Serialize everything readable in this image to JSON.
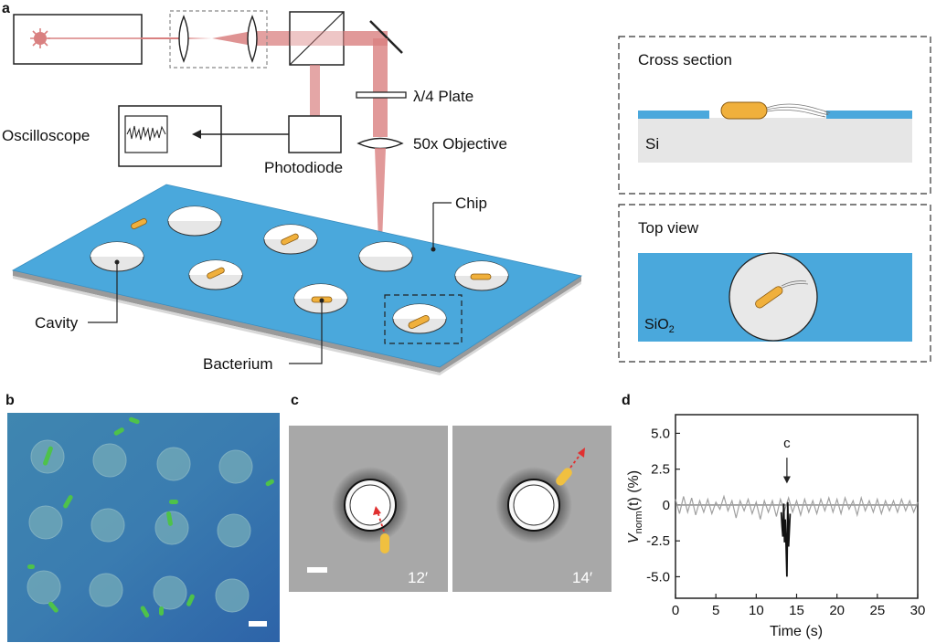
{
  "panels": {
    "a": "a",
    "b": "b",
    "c": "c",
    "d": "d"
  },
  "setup": {
    "plate": "λ/4 Plate",
    "objective": "50x Objective",
    "oscilloscope": "Oscilloscope",
    "photodiode": "Photodiode",
    "chip": "Chip",
    "cavity": "Cavity",
    "bacterium": "Bacterium"
  },
  "inset": {
    "cross_section": "Cross section",
    "si": "Si",
    "top_view": "Top view",
    "sio2_base": "SiO",
    "sio2_sub": "2"
  },
  "micro": {
    "time_left": "12′",
    "time_right": "14′"
  },
  "colors": {
    "chip_blue": "#4aa8dc",
    "bacterium_orange": "#f0b03c",
    "laser_red": "#d98080",
    "trace_gray": "#a0a0a0"
  },
  "chart_data": {
    "type": "line",
    "title": "",
    "xlabel": "Time (s)",
    "ylabel_main": "V",
    "ylabel_sub": "norm",
    "ylabel_rest": "(t)  (%)",
    "xlim": [
      0,
      30
    ],
    "ylim": [
      -6.5,
      6.3
    ],
    "xticks": [
      0,
      5,
      10,
      15,
      20,
      25,
      30
    ],
    "xtick_labels": [
      "0",
      "5",
      "10",
      "15",
      "20",
      "25",
      "30"
    ],
    "yticks": [
      5.0,
      2.5,
      0,
      -2.5,
      -5.0
    ],
    "ytick_labels": [
      "5.0",
      "2.5",
      "0",
      "-2.5",
      "-5.0"
    ],
    "annotation": {
      "label": "c",
      "x": 13.8
    },
    "series": [
      {
        "color": "#a0a0a0",
        "x": [
          0,
          0.5,
          1,
          1.5,
          2,
          2.5,
          3,
          3.5,
          4,
          4.5,
          5,
          5.5,
          6,
          6.5,
          7,
          7.5,
          8,
          8.5,
          9,
          9.5,
          10,
          10.5,
          11,
          11.5,
          12,
          12.5,
          13,
          13.5,
          14,
          14.5,
          15,
          15.5,
          16,
          16.5,
          17,
          17.5,
          18,
          18.5,
          19,
          19.5,
          20,
          20.5,
          21,
          21.5,
          22,
          22.5,
          23,
          23.5,
          24,
          24.5,
          25,
          25.5,
          26,
          26.5,
          27,
          27.5,
          28,
          28.5,
          29,
          29.5,
          30
        ],
        "y": [
          0.4,
          -0.6,
          0.6,
          -0.5,
          0.5,
          -0.7,
          0.3,
          -0.5,
          0.4,
          -0.6,
          0.2,
          -0.3,
          0.6,
          -0.4,
          0.3,
          -0.9,
          0.3,
          -0.4,
          0.4,
          -0.6,
          0.2,
          -1.0,
          0.3,
          -0.5,
          0.3,
          -0.8,
          0.4,
          -0.4,
          0.5,
          -0.5,
          0.3,
          -0.7,
          0.4,
          -0.5,
          0.3,
          -0.6,
          0.4,
          -0.4,
          0.5,
          -0.5,
          0.4,
          -0.6,
          0.5,
          -0.3,
          0.3,
          -0.7,
          0.5,
          -0.4,
          0.3,
          -0.5,
          0.4,
          -0.6,
          0.3,
          -0.4,
          0.3,
          -0.5,
          0.4,
          -0.4,
          0.3,
          -0.5,
          0.2
        ]
      },
      {
        "color": "#111111",
        "x": [
          13.1,
          13.2,
          13.3,
          13.4,
          13.5,
          13.6,
          13.7,
          13.8,
          13.9,
          14.0,
          14.1,
          14.2
        ],
        "y": [
          -0.5,
          -1.5,
          -2.2,
          0.1,
          -2.6,
          -1.0,
          -2.8,
          -5.0,
          0.2,
          -2.9,
          -1.8,
          -0.6
        ]
      }
    ]
  }
}
